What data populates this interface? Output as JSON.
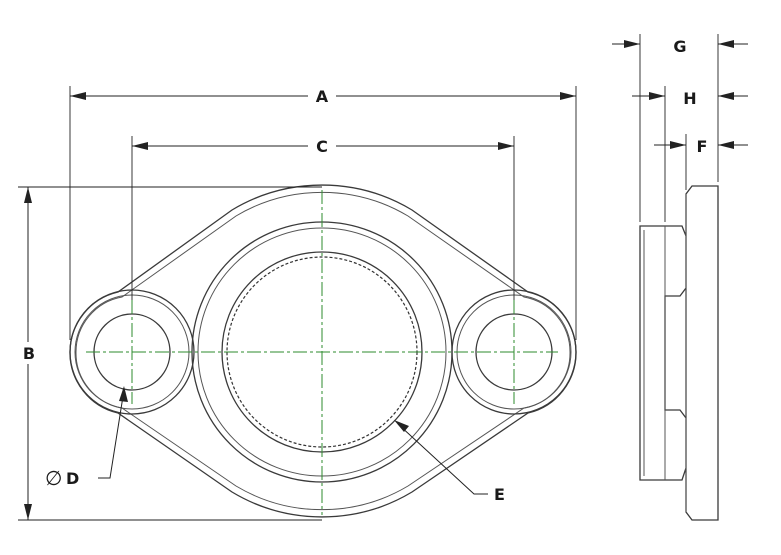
{
  "drawing": {
    "labels": {
      "A": "A",
      "B": "B",
      "C": "C",
      "D_symbol": "∅",
      "D": "D",
      "E": "E",
      "F": "F",
      "G": "G",
      "H": "H"
    },
    "colors": {
      "outline": "#3a3a3a",
      "centerline": "#2e8b2e",
      "dimension": "#222222"
    }
  }
}
